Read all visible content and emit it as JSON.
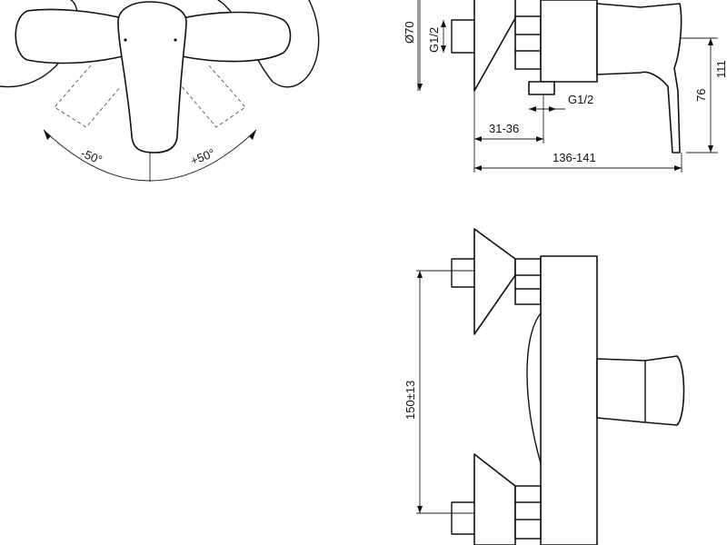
{
  "dimensions": {
    "angle_left": "-50°",
    "angle_right": "+50°",
    "outlet_diameter": "Ø70",
    "thread_top": "G1/2",
    "thread_bottom": "G1/2",
    "offset": "31-36",
    "depth": "136-141",
    "handle_height": "76",
    "total_height": "111",
    "spacing": "150±13"
  }
}
